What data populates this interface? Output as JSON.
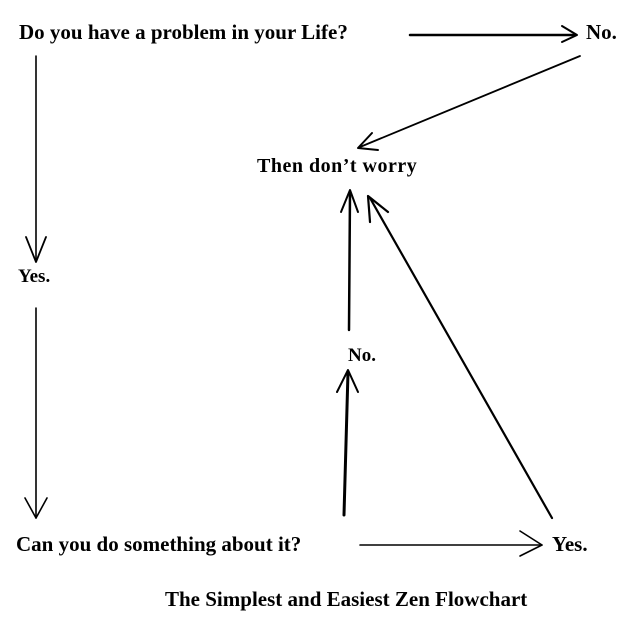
{
  "flowchart": {
    "nodes": {
      "q1": "Do you have a problem in your Life?",
      "no1": "No.",
      "then": "Then don’t worry",
      "yes1": "Yes.",
      "no2": "No.",
      "q2": "Can you do something about it?",
      "yes2": "Yes."
    },
    "caption": "The Simplest and Easiest Zen Flowchart",
    "edges": [
      {
        "from": "q1",
        "to": "no1"
      },
      {
        "from": "no1",
        "to": "then"
      },
      {
        "from": "q1",
        "to": "yes1"
      },
      {
        "from": "yes1",
        "to": "q2"
      },
      {
        "from": "q2",
        "to": "yes2"
      },
      {
        "from": "q2",
        "to": "no2"
      },
      {
        "from": "no2",
        "to": "then"
      },
      {
        "from": "yes2",
        "to": "then"
      }
    ]
  },
  "colors": {
    "ink": "#000000",
    "background": "#ffffff"
  }
}
